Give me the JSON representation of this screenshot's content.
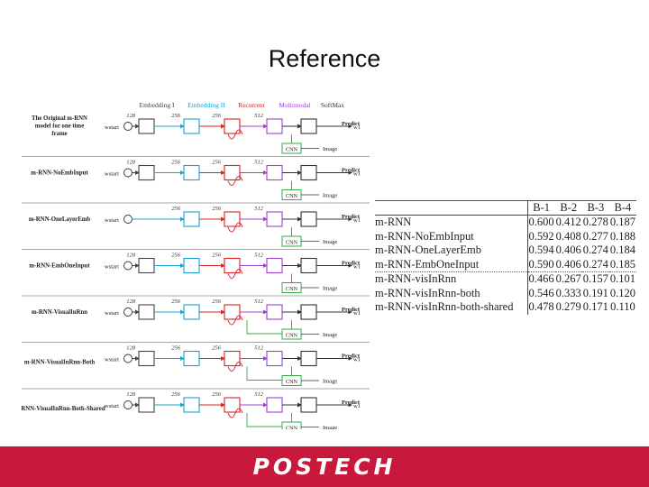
{
  "slide": {
    "title": "Reference",
    "logo_text": "POSTECH"
  },
  "figure": {
    "stage_headers": [
      "Embedding I",
      "Embedding II",
      "Recurrent",
      "Multimodal",
      "SoftMax"
    ],
    "stage_colors": [
      "#444444",
      "#1aa3cc",
      "#dd2222",
      "#9944cc",
      "#333333"
    ],
    "rows": [
      {
        "label": "The Original m-RNN model for one time frame",
        "dims": [
          "128",
          "256",
          "256",
          "512"
        ]
      },
      {
        "label": "m-RNN-NoEmbInput",
        "dims": [
          "128",
          "256",
          "256",
          "512"
        ]
      },
      {
        "label": "m-RNN-OneLayerEmb",
        "dims": [
          "",
          "256",
          "256",
          "512"
        ]
      },
      {
        "label": "m-RNN-EmbOneInput",
        "dims": [
          "128",
          "256",
          "256",
          "512"
        ]
      },
      {
        "label": "m-RNN-VisualInRnn",
        "dims": [
          "128",
          "256",
          "256",
          "512"
        ]
      },
      {
        "label": "m-RNN-VisualInRnn-Both",
        "dims": [
          "128",
          "256",
          "256",
          "512"
        ]
      },
      {
        "label": "m-RNN-VisualInRnn-Both-Shared",
        "dims": [
          "128",
          "256",
          "256",
          "512"
        ]
      }
    ],
    "start_label": "wstart",
    "predict_label": "Predict",
    "output_label": "w1",
    "cnn_label": "CNN",
    "image_label": "Image"
  },
  "results": {
    "headers": [
      "B-1",
      "B-2",
      "B-3",
      "B-4"
    ],
    "rows": [
      {
        "method": "m-RNN",
        "values": [
          "0.600",
          "0.412",
          "0.278",
          "0.187"
        ]
      },
      {
        "method": "m-RNN-NoEmbInput",
        "values": [
          "0.592",
          "0.408",
          "0.277",
          "0.188"
        ]
      },
      {
        "method": "m-RNN-OneLayerEmb",
        "values": [
          "0.594",
          "0.406",
          "0.274",
          "0.184"
        ]
      },
      {
        "method": "m-RNN-EmbOneInput",
        "values": [
          "0.590",
          "0.406",
          "0.274",
          "0.185"
        ]
      },
      {
        "method": "m-RNN-visInRnn",
        "values": [
          "0.466",
          "0.267",
          "0.157",
          "0.101"
        ]
      },
      {
        "method": "m-RNN-visInRnn-both",
        "values": [
          "0.546",
          "0.333",
          "0.191",
          "0.120"
        ]
      },
      {
        "method": "m-RNN-visInRnn-both-shared",
        "values": [
          "0.478",
          "0.279",
          "0.171",
          "0.110"
        ]
      }
    ]
  }
}
